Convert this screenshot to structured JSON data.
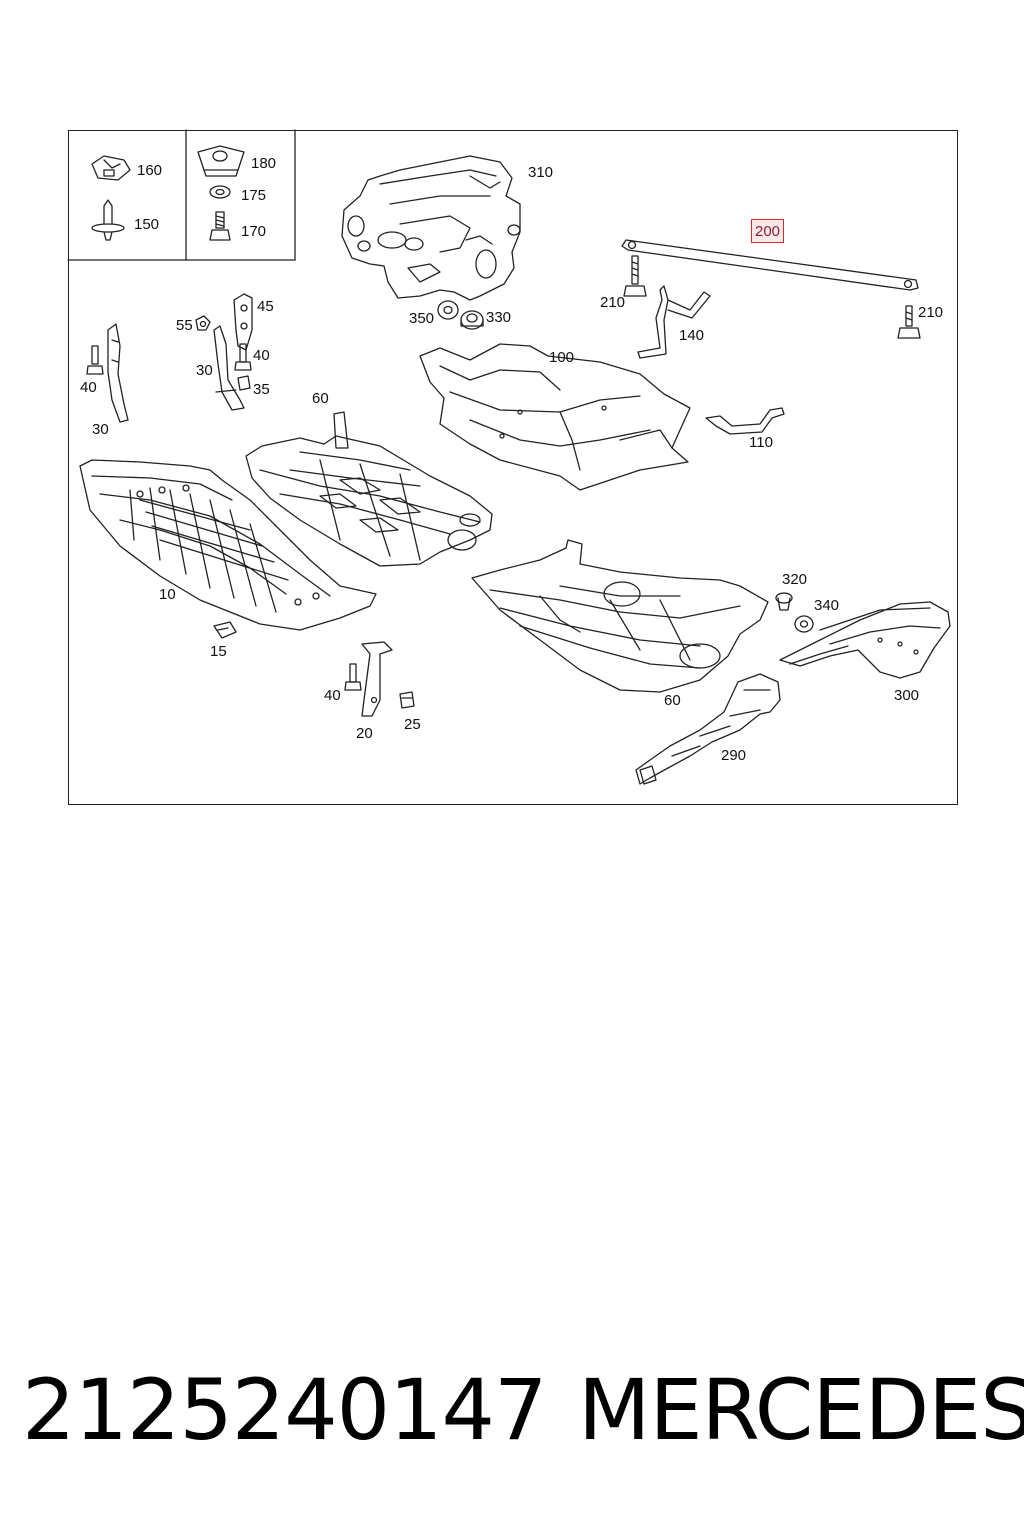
{
  "callouts": {
    "c160": "160",
    "c150": "150",
    "c180": "180",
    "c175": "175",
    "c170": "170",
    "c310": "310",
    "c200": "200",
    "c210a": "210",
    "c210b": "210",
    "c350": "350",
    "c330": "330",
    "c140": "140",
    "c45": "45",
    "c55": "55",
    "c40a": "40",
    "c30a": "30",
    "c35": "35",
    "c40b": "40",
    "c30b": "30",
    "c100": "100",
    "c60a": "60",
    "c110": "110",
    "c10": "10",
    "c15": "15",
    "c320": "320",
    "c340": "340",
    "c40c": "40",
    "c20": "20",
    "c25": "25",
    "c60b": "60",
    "c300": "300",
    "c290": "290"
  },
  "highlighted_part": "200",
  "accent_color": "#d62b2b",
  "footer": {
    "part_number": "2125240147",
    "brand": "MERCEDES"
  }
}
